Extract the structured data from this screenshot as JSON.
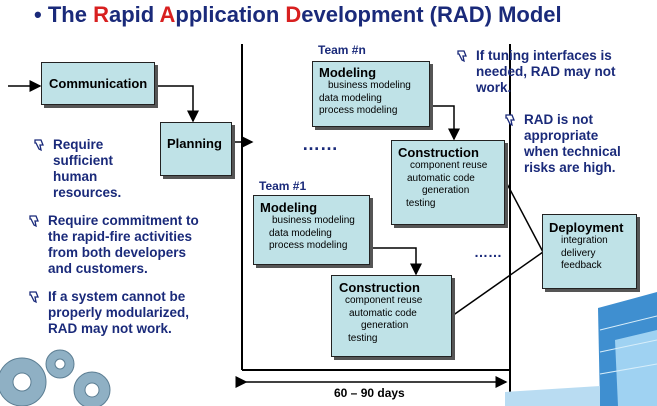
{
  "title": {
    "bullet": "•",
    "parts": [
      {
        "t": "The ",
        "c": "n"
      },
      {
        "t": "R",
        "c": "r"
      },
      {
        "t": "apid ",
        "c": "n"
      },
      {
        "t": "A",
        "c": "r"
      },
      {
        "t": "pplication ",
        "c": "n"
      },
      {
        "t": "D",
        "c": "r"
      },
      {
        "t": "evelopment (RAD) Model",
        "c": "n"
      }
    ]
  },
  "flow": {
    "communication": "Communication",
    "planning": "Planning"
  },
  "team_n": {
    "label": "Team #n",
    "modeling": {
      "head": "Modeling",
      "items": [
        "business modeling",
        "data modeling",
        "process modeling"
      ]
    },
    "construction": {
      "head": "Construction",
      "items": [
        "component reuse",
        "automatic code",
        "generation",
        "testing"
      ]
    }
  },
  "team_1": {
    "label": "Team #1",
    "modeling": {
      "head": "Modeling",
      "items": [
        "business modeling",
        "data modeling",
        "process modeling"
      ]
    },
    "construction": {
      "head": "Construction",
      "items": [
        "component reuse",
        "automatic code",
        "generation",
        "testing"
      ]
    }
  },
  "deployment": {
    "head": "Deployment",
    "items": [
      "integration",
      "delivery",
      "feedback"
    ]
  },
  "ellipsis_a": "……",
  "ellipsis_b": "……",
  "timeline": "60 – 90 days",
  "bullets_left": [
    [
      "Require",
      "sufficient",
      "human",
      "resources."
    ],
    [
      "Require commitment to",
      "the rapid-fire activities",
      "from both developers",
      "and customers."
    ],
    [
      "If a system cannot be",
      "properly modularized,",
      "RAD may not work."
    ]
  ],
  "bullets_right": [
    [
      "If tuning interfaces is",
      "needed, RAD may not",
      "work."
    ],
    [
      "RAD is not",
      "appropriate",
      "when technical",
      "risks are high."
    ]
  ],
  "colors": {
    "box": "#bfe2e7",
    "title": "#1a2a7a",
    "accent": "#d82020"
  }
}
